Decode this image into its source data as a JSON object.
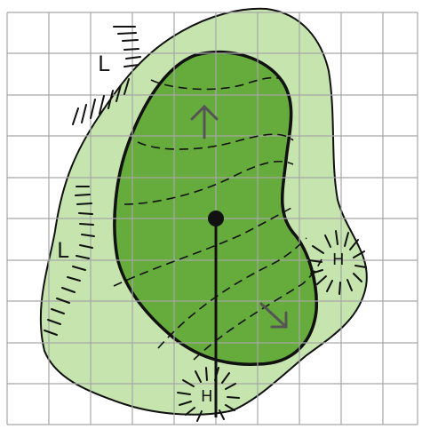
{
  "colors": {
    "background": "#ffffff",
    "grid": "#a6a6a6",
    "outer_area": "#c6e5ae",
    "inner_area": "#66ac3d",
    "line": "#111111",
    "arrow": "#555555"
  },
  "labels": {
    "low_top": "L",
    "low_left": "L",
    "high_right": "H",
    "high_bottom": "H"
  },
  "icons": {
    "up_arrow": "arrow-up-icon",
    "down_right_arrow": "arrow-down-right-icon",
    "center_point": "dot-icon"
  }
}
